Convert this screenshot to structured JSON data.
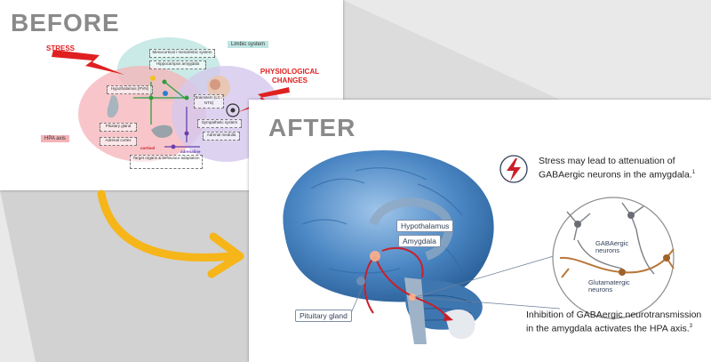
{
  "before": {
    "title": "BEFORE",
    "stress_label": "STRESS",
    "physio_label": "PHYSIOLOGICAL CHANGES",
    "limbic_label": "Limbic system",
    "hpa_label": "HPA axis",
    "boxes": [
      "Mesocortical / mesolimbic system",
      "Hippocampus amygdala",
      "Hypothalamus (PVN)",
      "Brainstem (LC / NTS)",
      "Pituitary gland",
      "Adrenal cortex",
      "Sympathetic system",
      "Adrenal medulla",
      "Target organs & behaviour adaptation",
      "cortisol",
      "adrenaline"
    ]
  },
  "after": {
    "title": "AFTER",
    "note_top_text": "Stress may lead to attenuation of GABAergic neurons in the amygdala.",
    "note_top_ref": "1",
    "note_bottom_text": "Inhibition of GABAergic neurotransmission in the amygdala activates the HPA axis.",
    "note_bottom_ref": "3",
    "labels": {
      "hypothalamus": "Hypothalamus",
      "amygdala": "Amygdala",
      "pituitary": "Pituitary gland",
      "gabaergic": "GABAergic neurons",
      "glutamatergic": "Glutamatergic neurons"
    }
  },
  "colors": {
    "stress_red": "#e02020",
    "arrow_yellow": "#f6b519",
    "brain_blue": "#3b78b8",
    "path_red": "#c8202a",
    "title_gray": "#8a8a8a"
  }
}
